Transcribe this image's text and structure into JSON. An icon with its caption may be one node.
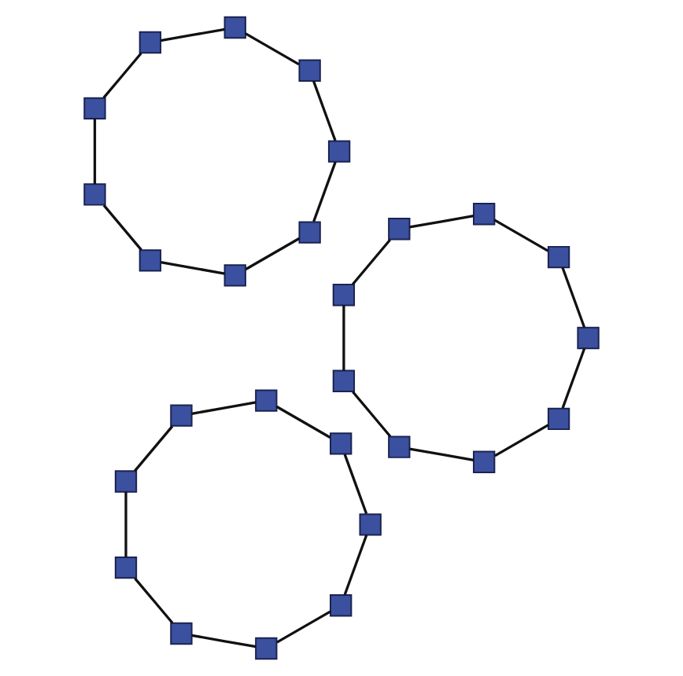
{
  "diagram": {
    "nodes": [
      {
        "text": [],
        "shape": "box"
      },
      {
        "text": [],
        "shape": "box"
      },
      {
        "text": [],
        "shape": "box"
      },
      {
        "text": [],
        "shape": "box"
      },
      {
        "text": [],
        "shape": "box"
      },
      {
        "text": [],
        "shape": "box"
      },
      {
        "text": [],
        "shape": "box"
      },
      {
        "text": [],
        "shape": "box"
      },
      {
        "text": [],
        "shape": "box"
      },
      {
        "text": [],
        "shape": "box"
      },
      {
        "text": [],
        "shape": "box"
      },
      {
        "text": [],
        "shape": "box"
      },
      {
        "text": [],
        "shape": "box"
      },
      {
        "text": [],
        "shape": "box"
      },
      {
        "text": [],
        "shape": "box"
      },
      {
        "text": [],
        "shape": "box"
      },
      {
        "text": [],
        "shape": "box"
      },
      {
        "text": [],
        "shape": "box"
      },
      {
        "text": [],
        "shape": "box"
      },
      {
        "text": [],
        "shape": "box"
      },
      {
        "text": [],
        "shape": "box"
      },
      {
        "text": [],
        "shape": "box"
      },
      {
        "text": [],
        "shape": "box"
      },
      {
        "text": [],
        "shape": "box"
      },
      {
        "text": [],
        "shape": "box"
      },
      {
        "text": [],
        "shape": "box"
      },
      {
        "text": [],
        "shape": "box"
      }
    ],
    "edges": [
      {
        "from": 0,
        "to": 1,
        "arrow": "none"
      },
      {
        "from": 1,
        "to": 2,
        "arrow": "none"
      },
      {
        "from": 2,
        "to": 3,
        "arrow": "none"
      },
      {
        "from": 3,
        "to": 4,
        "arrow": "none"
      },
      {
        "from": 4,
        "to": 5,
        "arrow": "none"
      },
      {
        "from": 5,
        "to": 6,
        "arrow": "none"
      },
      {
        "from": 6,
        "to": 7,
        "arrow": "none"
      },
      {
        "from": 7,
        "to": 8,
        "arrow": "none"
      },
      {
        "from": 8,
        "to": 0,
        "arrow": "none"
      },
      {
        "from": 9,
        "to": 10,
        "arrow": "none"
      },
      {
        "from": 10,
        "to": 11,
        "arrow": "none"
      },
      {
        "from": 11,
        "to": 12,
        "arrow": "none"
      },
      {
        "from": 12,
        "to": 13,
        "arrow": "none"
      },
      {
        "from": 13,
        "to": 14,
        "arrow": "none"
      },
      {
        "from": 14,
        "to": 15,
        "arrow": "none"
      },
      {
        "from": 15,
        "to": 16,
        "arrow": "none"
      },
      {
        "from": 16,
        "to": 17,
        "arrow": "none"
      },
      {
        "from": 17,
        "to": 9,
        "arrow": "none"
      },
      {
        "from": 18,
        "to": 19,
        "arrow": "none"
      },
      {
        "from": 19,
        "to": 20,
        "arrow": "none"
      },
      {
        "from": 20,
        "to": 21,
        "arrow": "none"
      },
      {
        "from": 21,
        "to": 22,
        "arrow": "none"
      },
      {
        "from": 22,
        "to": 23,
        "arrow": "none"
      },
      {
        "from": 23,
        "to": 24,
        "arrow": "none"
      },
      {
        "from": 24,
        "to": 25,
        "arrow": "none"
      },
      {
        "from": 25,
        "to": 26,
        "arrow": "none"
      },
      {
        "from": 26,
        "to": 18,
        "arrow": "none"
      }
    ]
  }
}
